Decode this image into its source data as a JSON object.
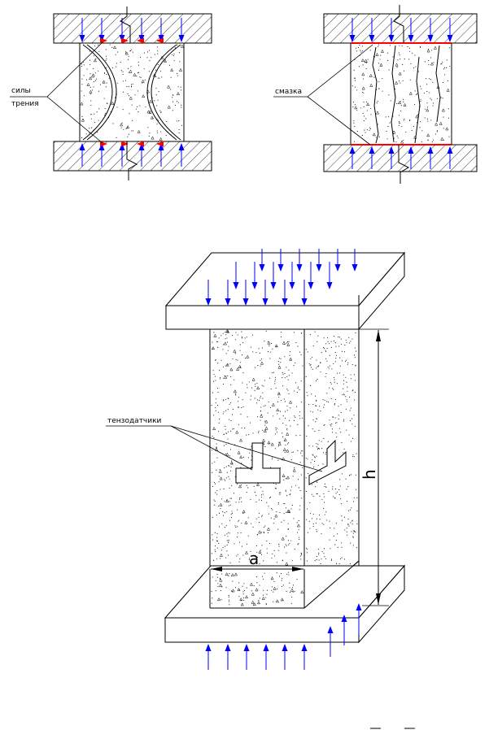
{
  "labels": {
    "friction": [
      "силы",
      "трения"
    ],
    "lubricant": "смазка",
    "gauges": "тензодатчики",
    "height": "h",
    "width": "a"
  },
  "colors": {
    "line": "#000000",
    "load_arrow": "#0000ff",
    "friction_arrow": "#ff0000",
    "lubricant_line": "#ff0000",
    "background": "#ffffff"
  }
}
